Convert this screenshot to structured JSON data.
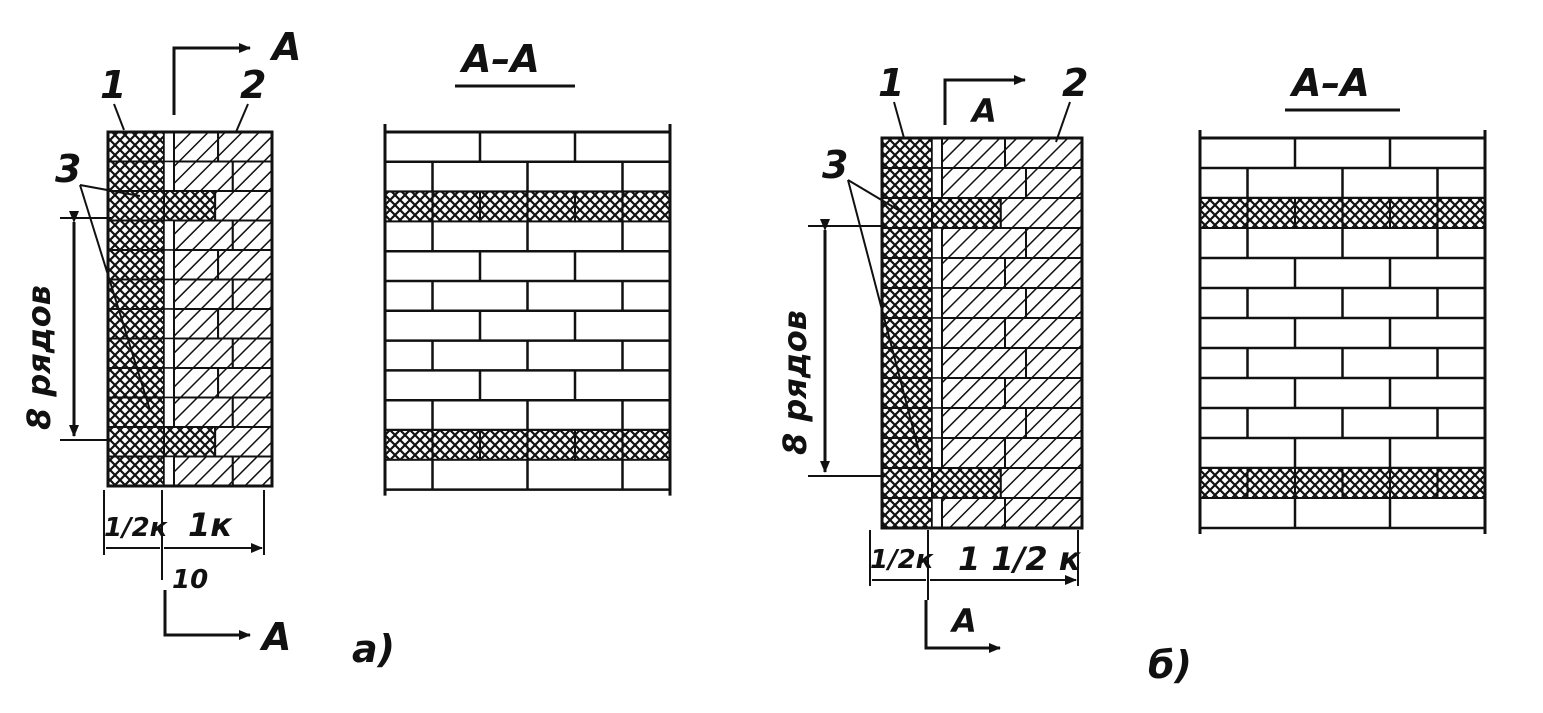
{
  "ink_color": "#111111",
  "hatch": {
    "brick_fill": "diagonal-hatch",
    "facing_fill": "cross-hatch"
  },
  "figure_a": {
    "section_mark_top": "A",
    "section_mark_bottom": "A",
    "callout_1": "1",
    "callout_2": "2",
    "callout_3": "3",
    "rows_label": "8 рядов",
    "dim_half_brick": "1/2к",
    "dim_one_brick": "1к",
    "dim_gap": "10",
    "section_title": "А–А",
    "caption": "а)"
  },
  "figure_b": {
    "section_mark_top": "А",
    "section_mark_bottom": "А",
    "callout_1": "1",
    "callout_2": "2",
    "callout_3": "3",
    "rows_label": "8 рядов",
    "dim_half_brick": "1/2к",
    "dim_one_half_brick": "1 1/2 к",
    "section_title": "А–А",
    "caption": "б)"
  }
}
